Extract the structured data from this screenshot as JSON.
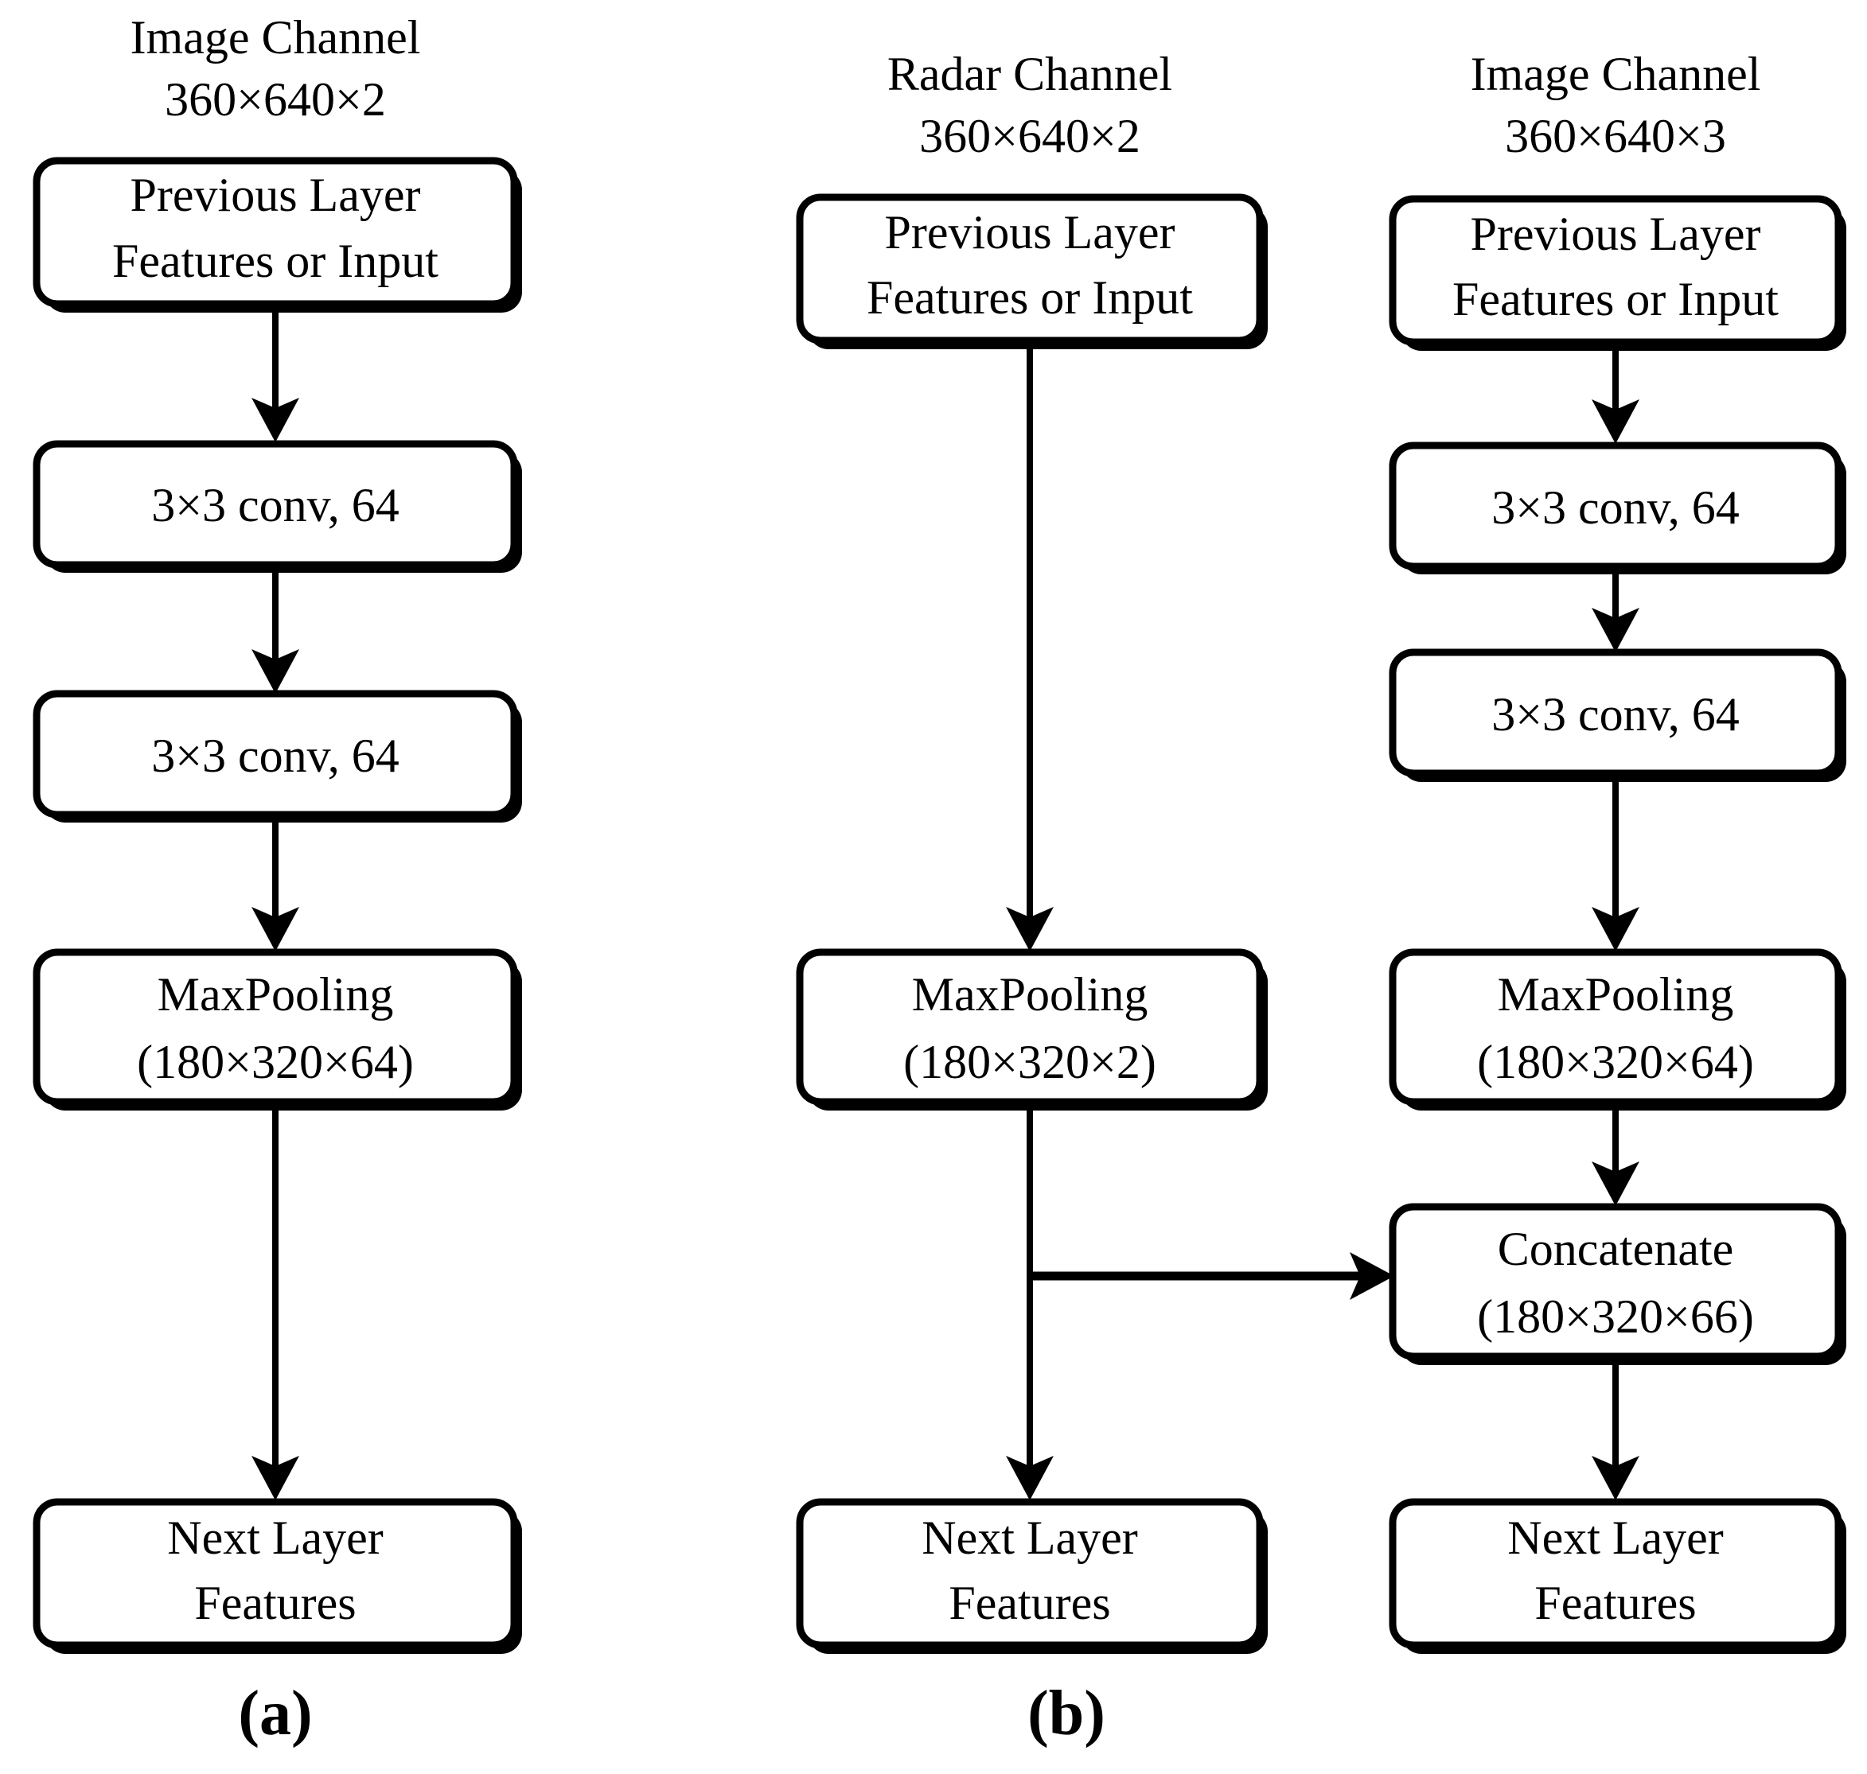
{
  "figure": {
    "panels": [
      {
        "id": "a",
        "caption": "(a)",
        "columns": [
          {
            "id": "image-a",
            "header_line1": "Image Channel",
            "header_line2": "360×640×2",
            "nodes": [
              {
                "id": "prev-a",
                "line1": "Previous Layer",
                "line2": "Features or Input"
              },
              {
                "id": "conv1-a",
                "line1": "3×3 conv, 64",
                "line2": ""
              },
              {
                "id": "conv2-a",
                "line1": "3×3 conv, 64",
                "line2": ""
              },
              {
                "id": "pool-a",
                "line1": "MaxPooling",
                "line2": "(180×320×64)"
              },
              {
                "id": "next-a",
                "line1": "Next Layer",
                "line2": "Features"
              }
            ]
          }
        ]
      },
      {
        "id": "b",
        "caption": "(b)",
        "columns": [
          {
            "id": "radar-b",
            "header_line1": "Radar Channel",
            "header_line2": "360×640×2",
            "nodes": [
              {
                "id": "prev-radar",
                "line1": "Previous Layer",
                "line2": "Features or Input"
              },
              {
                "id": "pool-radar",
                "line1": "MaxPooling",
                "line2": "(180×320×2)"
              },
              {
                "id": "next-radar",
                "line1": "Next Layer",
                "line2": "Features"
              }
            ]
          },
          {
            "id": "image-b",
            "header_line1": "Image Channel",
            "header_line2": "360×640×3",
            "nodes": [
              {
                "id": "prev-img",
                "line1": "Previous Layer",
                "line2": "Features or Input"
              },
              {
                "id": "conv1-img",
                "line1": "3×3 conv, 64",
                "line2": ""
              },
              {
                "id": "conv2-img",
                "line1": "3×3 conv, 64",
                "line2": ""
              },
              {
                "id": "pool-img",
                "line1": "MaxPooling",
                "line2": "(180×320×64)"
              },
              {
                "id": "concat-img",
                "line1": "Concatenate",
                "line2": "(180×320×66)"
              },
              {
                "id": "next-img",
                "line1": "Next Layer",
                "line2": "Features"
              }
            ]
          }
        ]
      }
    ]
  },
  "colors": {
    "stroke": "#000000",
    "fill": "#ffffff",
    "background": "#ffffff"
  }
}
